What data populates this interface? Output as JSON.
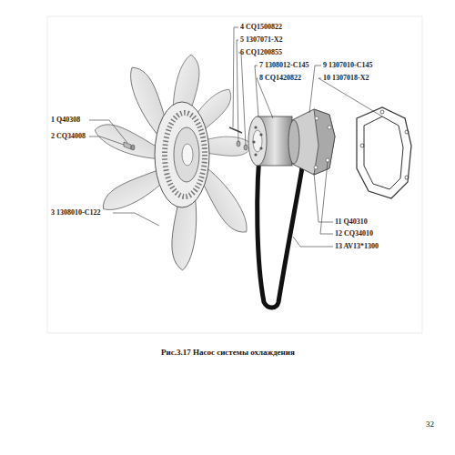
{
  "diagram": {
    "caption": "Рис.3.17 Насос системы охлаждения",
    "labels": [
      "1 Q40308",
      "2 CQ34008",
      "3 1308010-C122",
      "4 CQ1500822",
      "5 1307071-X2",
      "6 CQ1200855",
      "7 1308012-C145",
      "8 CQ1420822",
      "9 1307010-C145",
      "10 1307018-X2",
      "11 Q40310",
      "12 CQ34010",
      "13 AV13*1300",
      "32"
    ]
  }
}
